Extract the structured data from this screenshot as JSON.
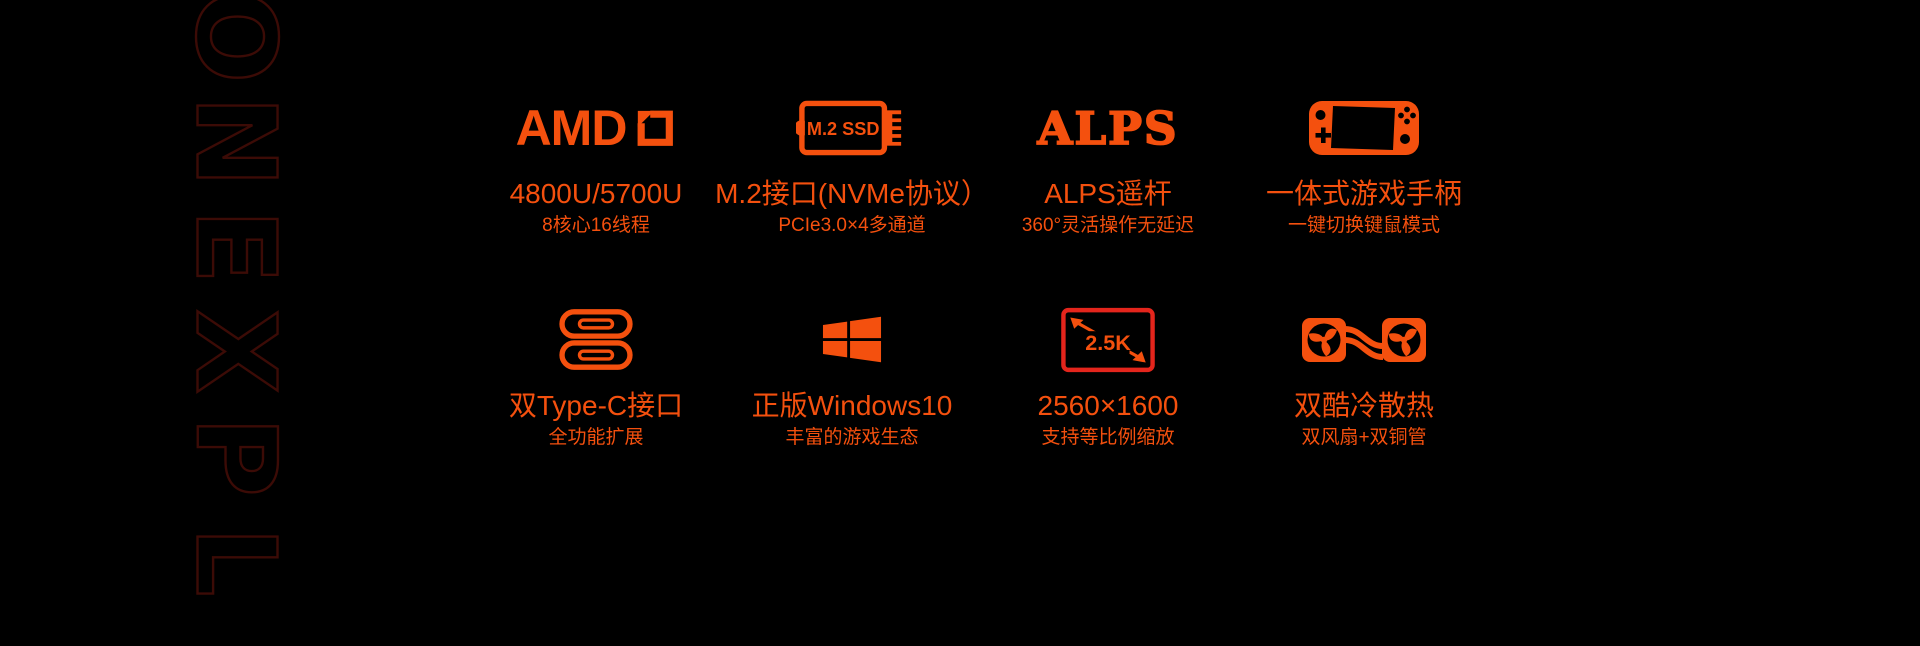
{
  "colors": {
    "background": "#000000",
    "accent": "#f4500e",
    "screen_frame_red": "#e4251c",
    "brand_outline": "#3c0b06"
  },
  "brand": {
    "vertical_text": "ONEXPL",
    "letters": [
      "O",
      "N",
      "E",
      "X",
      "P",
      "L"
    ]
  },
  "features": [
    {
      "icon": "amd-logo",
      "icon_text": "AMD",
      "title": "4800U/5700U",
      "subtitle": "8核心16线程"
    },
    {
      "icon": "m2-ssd",
      "icon_text": "M.2 SSD",
      "title": "M.2接口(NVMe协议）",
      "subtitle": "PCIe3.0×4多通道"
    },
    {
      "icon": "alps-logo",
      "icon_text": "ALPS",
      "title": "ALPS遥杆",
      "subtitle": "360°灵活操作无延迟"
    },
    {
      "icon": "handheld-gamepad",
      "title": "一体式游戏手柄",
      "subtitle": "一键切换键鼠模式"
    },
    {
      "icon": "type-c-ports",
      "title": "双Type-C接口",
      "subtitle": "全功能扩展"
    },
    {
      "icon": "windows-logo",
      "title": "正版Windows10",
      "subtitle": "丰富的游戏生态"
    },
    {
      "icon": "screen-2-5k",
      "icon_text": "2.5K",
      "title": "2560×1600",
      "subtitle": "支持等比例缩放"
    },
    {
      "icon": "dual-fan",
      "title": "双酷冷散热",
      "subtitle": "双风扇+双铜管"
    }
  ]
}
